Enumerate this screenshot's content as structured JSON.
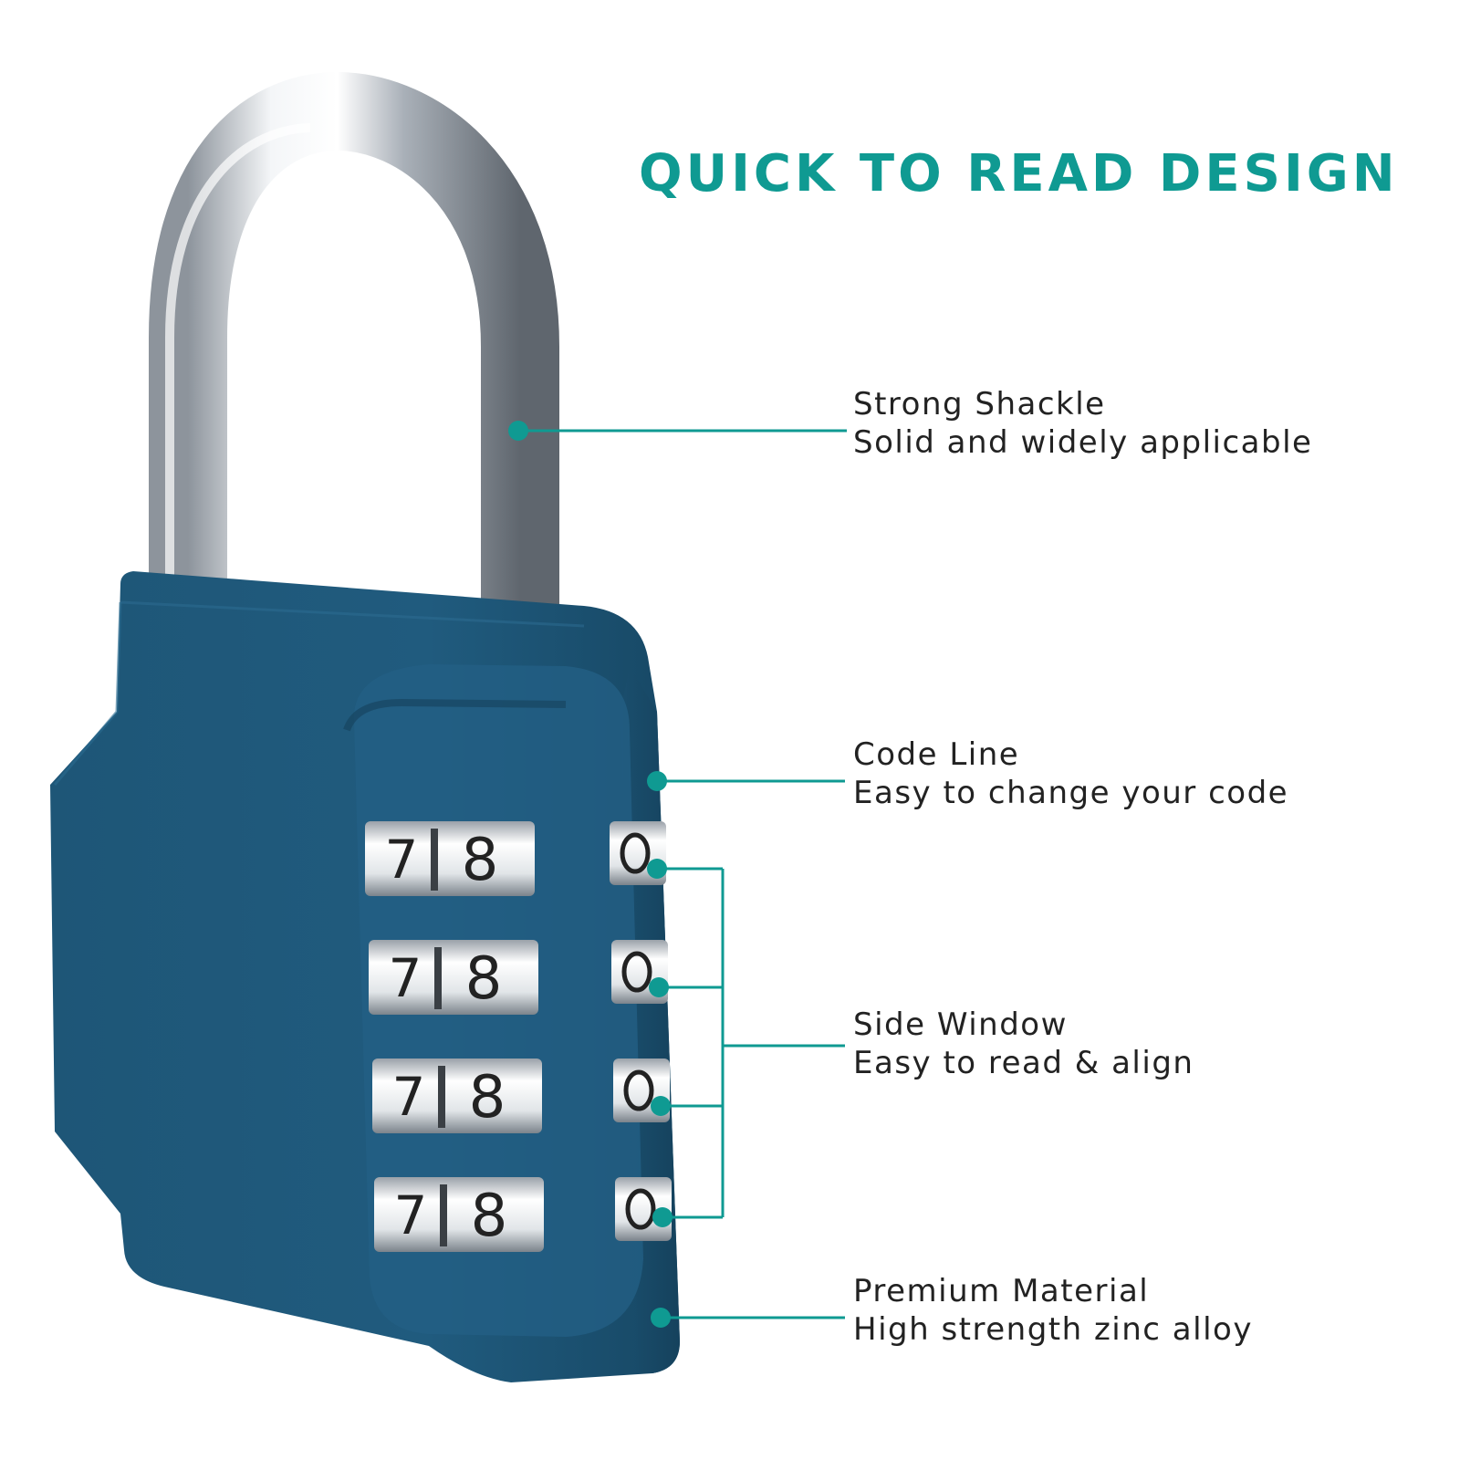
{
  "headline": "QUICK TO READ DESIGN",
  "callouts": [
    {
      "title": "Strong Shackle",
      "subtitle": "Solid and widely applicable"
    },
    {
      "title": "Code Line",
      "subtitle": "Easy to change your code"
    },
    {
      "title": "Side Window",
      "subtitle": "Easy to read & align"
    },
    {
      "title": "Premium Material",
      "subtitle": "High strength zinc alloy"
    }
  ],
  "dial_rows": [
    {
      "left_digit": "7",
      "right_digit": "8"
    },
    {
      "left_digit": "7",
      "right_digit": "8"
    },
    {
      "left_digit": "7",
      "right_digit": "8"
    },
    {
      "left_digit": "7",
      "right_digit": "8"
    }
  ],
  "colors": {
    "accent": "#0f9a92",
    "lock_body": "#1d5678",
    "text": "#222222",
    "background": "#ffffff"
  }
}
